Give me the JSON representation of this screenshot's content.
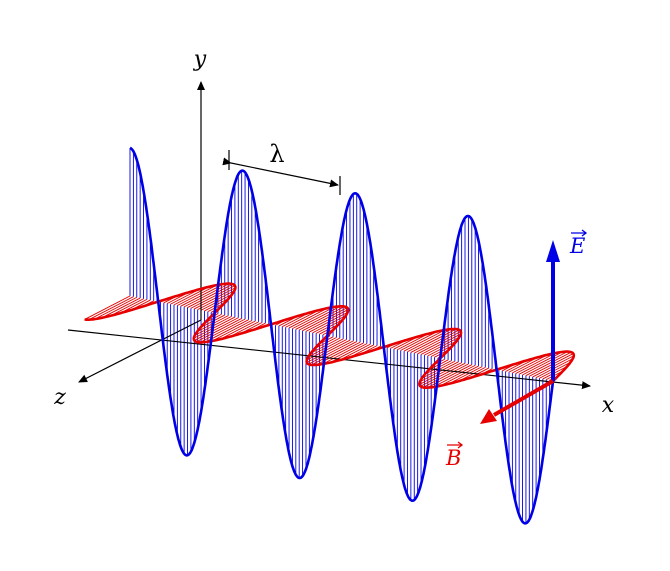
{
  "axes": {
    "x_label": "x",
    "y_label": "y",
    "z_label": "z"
  },
  "wavelength_label": "λ",
  "fields": {
    "electric": {
      "symbol": "E",
      "color": "#0000e6"
    },
    "magnetic": {
      "symbol": "B",
      "color": "#e60000"
    }
  },
  "wave": {
    "cycles": 3.75,
    "electric_plane": "xy",
    "magnetic_plane": "xz"
  }
}
